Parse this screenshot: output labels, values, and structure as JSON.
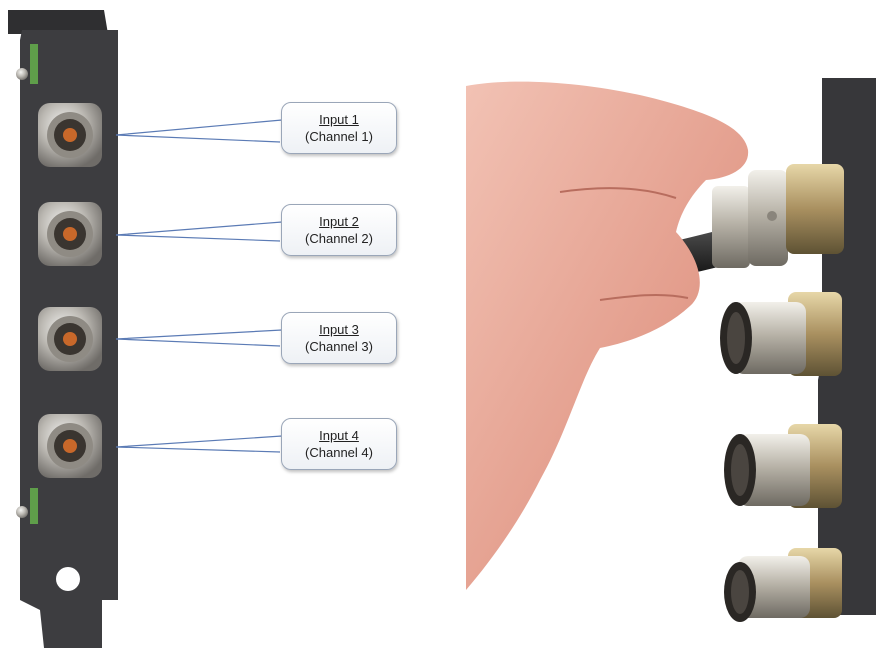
{
  "callouts": [
    {
      "title": "Input 1",
      "subtitle": "(Channel 1)"
    },
    {
      "title": "Input 2",
      "subtitle": "(Channel 2)"
    },
    {
      "title": "Input 3",
      "subtitle": "(Channel 3)"
    },
    {
      "title": "Input 4",
      "subtitle": "(Channel 4)"
    }
  ],
  "colors": {
    "bracket": "#3c3c3e",
    "callout_border": "#9aa6b8",
    "leader_line": "#5b7bb5",
    "connector_metal": "#c9c6c0",
    "connector_core": "#c8682a",
    "skin": "#e7a394",
    "panel": "#37373a"
  }
}
